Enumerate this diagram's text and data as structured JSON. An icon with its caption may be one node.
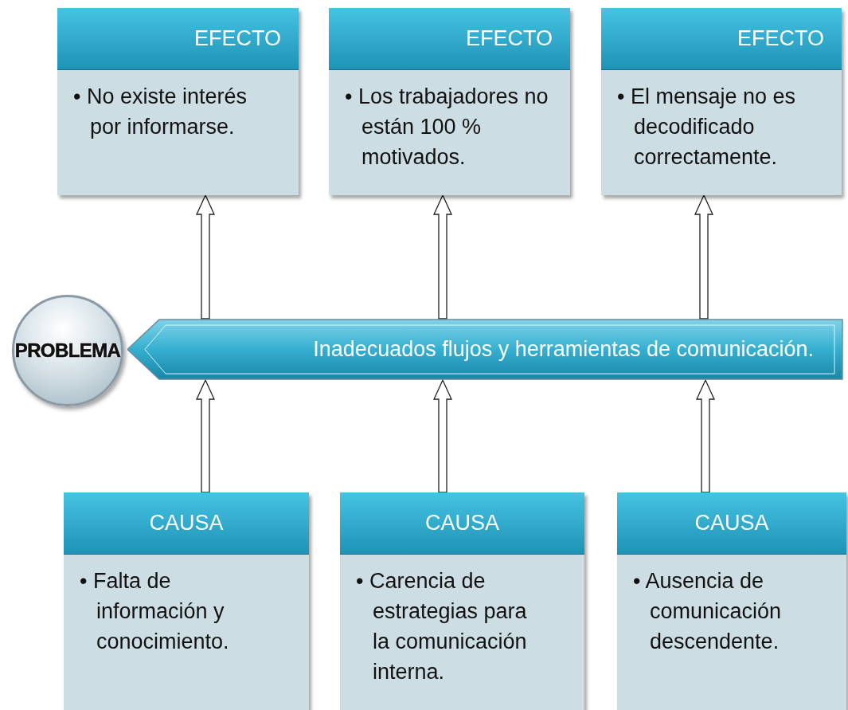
{
  "diagram": {
    "nodes": [
      {
        "text": [
          "EFECTO",
          "• No existe interés por informarse."
        ]
      },
      {
        "text": [
          "EFECTO",
          "• Los trabajadores no están 100 % motivados."
        ]
      },
      {
        "text": [
          "EFECTO",
          "• El mensaje no es decodificado correctamente."
        ]
      },
      {
        "text": [
          "PROBLEMA"
        ]
      },
      {
        "text": [
          "Inadecuados flujos y herramientas de comunicación."
        ]
      },
      {
        "text": [
          "CAUSA",
          "• Falta de información y conocimiento."
        ]
      },
      {
        "text": [
          "CAUSA",
          "• Carencia de estrategias para la comunicación interna."
        ]
      },
      {
        "text": [
          "CAUSA",
          "• Ausencia de comunicación descendente."
        ]
      }
    ],
    "edges": [
      {
        "from": 4,
        "to": 0,
        "arrow": "to"
      },
      {
        "from": 4,
        "to": 1,
        "arrow": "to"
      },
      {
        "from": 4,
        "to": 2,
        "arrow": "to"
      },
      {
        "from": 5,
        "to": 4,
        "arrow": "to"
      },
      {
        "from": 6,
        "to": 4,
        "arrow": "to"
      },
      {
        "from": 7,
        "to": 4,
        "arrow": "to"
      }
    ]
  }
}
